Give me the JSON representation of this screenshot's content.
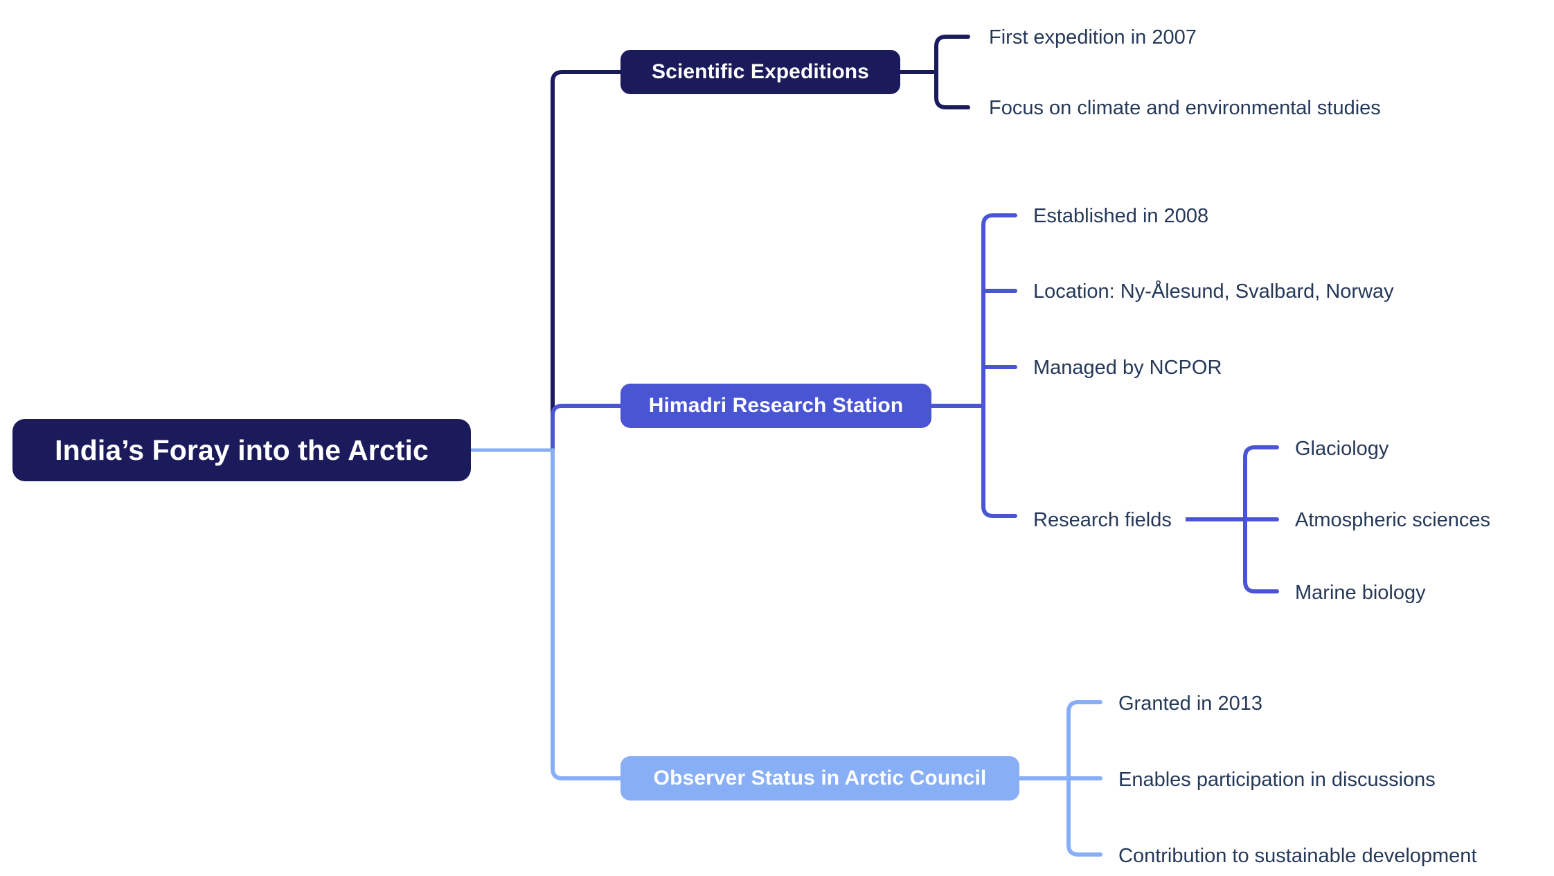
{
  "diagram": {
    "type": "mind-map",
    "orientation": "left-to-right",
    "background": "#ffffff",
    "leaf_text_color": "#253858"
  },
  "root": {
    "label": "India’s Foray into the Arctic",
    "color": "#1b1b5c",
    "text_color": "#ffffff"
  },
  "branches": [
    {
      "id": "scientific-expeditions",
      "label": "Scientific Expeditions",
      "color": "#1b1b5c",
      "text_color": "#ffffff",
      "children": [
        {
          "label": "First expedition in 2007"
        },
        {
          "label": "Focus on climate and environmental studies"
        }
      ]
    },
    {
      "id": "himadri-research-station",
      "label": "Himadri Research Station",
      "color": "#4a55d4",
      "text_color": "#ffffff",
      "children": [
        {
          "label": "Established in 2008"
        },
        {
          "label": "Location: Ny-Ålesund, Svalbard, Norway"
        },
        {
          "label": "Managed by NCPOR"
        },
        {
          "label": "Research fields",
          "children": [
            {
              "label": "Glaciology"
            },
            {
              "label": "Atmospheric sciences"
            },
            {
              "label": "Marine biology"
            }
          ]
        }
      ]
    },
    {
      "id": "observer-status-in-arctic-council",
      "label": "Observer Status in Arctic Council",
      "color": "#88aef5",
      "text_color": "#ffffff",
      "children": [
        {
          "label": "Granted in 2013"
        },
        {
          "label": "Enables participation in discussions"
        },
        {
          "label": "Contribution to sustainable development"
        }
      ]
    }
  ]
}
